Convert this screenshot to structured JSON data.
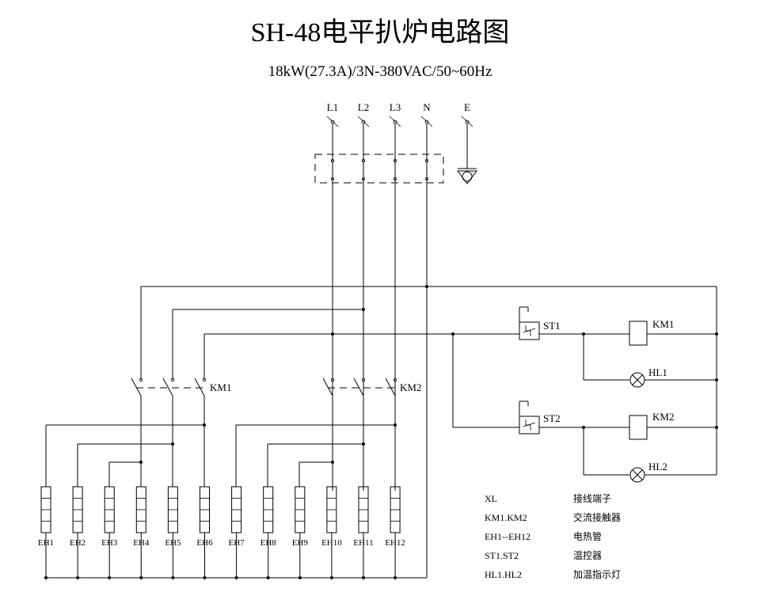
{
  "title": "SH-48电平扒炉电路图",
  "subtitle": "18kW(27.3A)/3N-380VAC/50~60Hz",
  "supply_labels": [
    "L1",
    "L2",
    "L3",
    "N",
    "E"
  ],
  "contactor_labels": [
    "KM1",
    "KM2"
  ],
  "thermostat_labels": [
    "ST1",
    "ST2"
  ],
  "coil_labels": [
    "KM1",
    "KM2"
  ],
  "lamp_labels": [
    "HL1",
    "HL2"
  ],
  "heaters": [
    "EH1",
    "EH2",
    "EH3",
    "EH4",
    "EH5",
    "EH6",
    "EH7",
    "EH8",
    "EH9",
    "EH10",
    "EH11",
    "EH12"
  ],
  "legend": [
    {
      "code": "XL",
      "desc": "接线端子"
    },
    {
      "code": "KM1.KM2",
      "desc": "交流接触器"
    },
    {
      "code": "EH1--EH12",
      "desc": "电热管"
    },
    {
      "code": "ST1.ST2",
      "desc": "温控器"
    },
    {
      "code": "HL1.HL2",
      "desc": "加温指示灯"
    }
  ]
}
